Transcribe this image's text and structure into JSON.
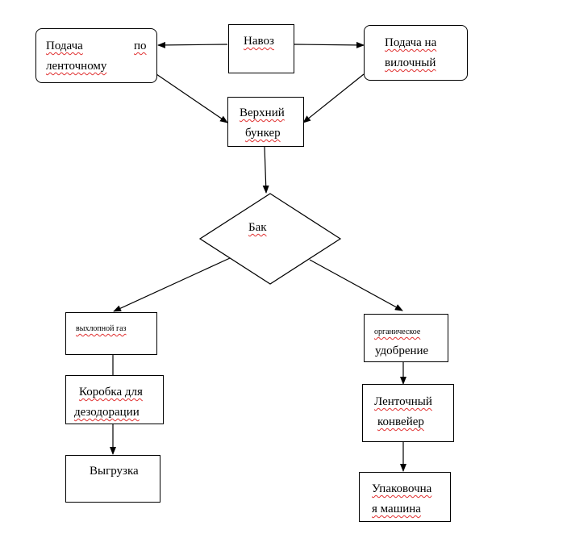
{
  "nodes": {
    "manure": "Навоз",
    "feed_belt_line1": "Подача",
    "feed_belt_line1b": "по",
    "feed_belt_line2": "ленточному",
    "feed_fork_line1": "Подача на",
    "feed_fork_line2": "вилочный",
    "upper_bunker_line1": "Верхний",
    "upper_bunker_line2": "бункер",
    "tank": "Бак",
    "exhaust_gas": "выхлопной газ",
    "deodor_box_line1": "Коробка для",
    "deodor_box_line2": "дезодорации",
    "unloading": "Выгрузка",
    "organic_fert_line1": "органическое",
    "organic_fert_line2": "удобрение",
    "belt_conveyor_line1": "Ленточный",
    "belt_conveyor_line2": "конвейер",
    "packing_machine_line1": "Упаковочна",
    "packing_machine_line2": "я машина"
  },
  "colors": {
    "line": "#000000",
    "spellcheck_underline": "#e03030"
  }
}
